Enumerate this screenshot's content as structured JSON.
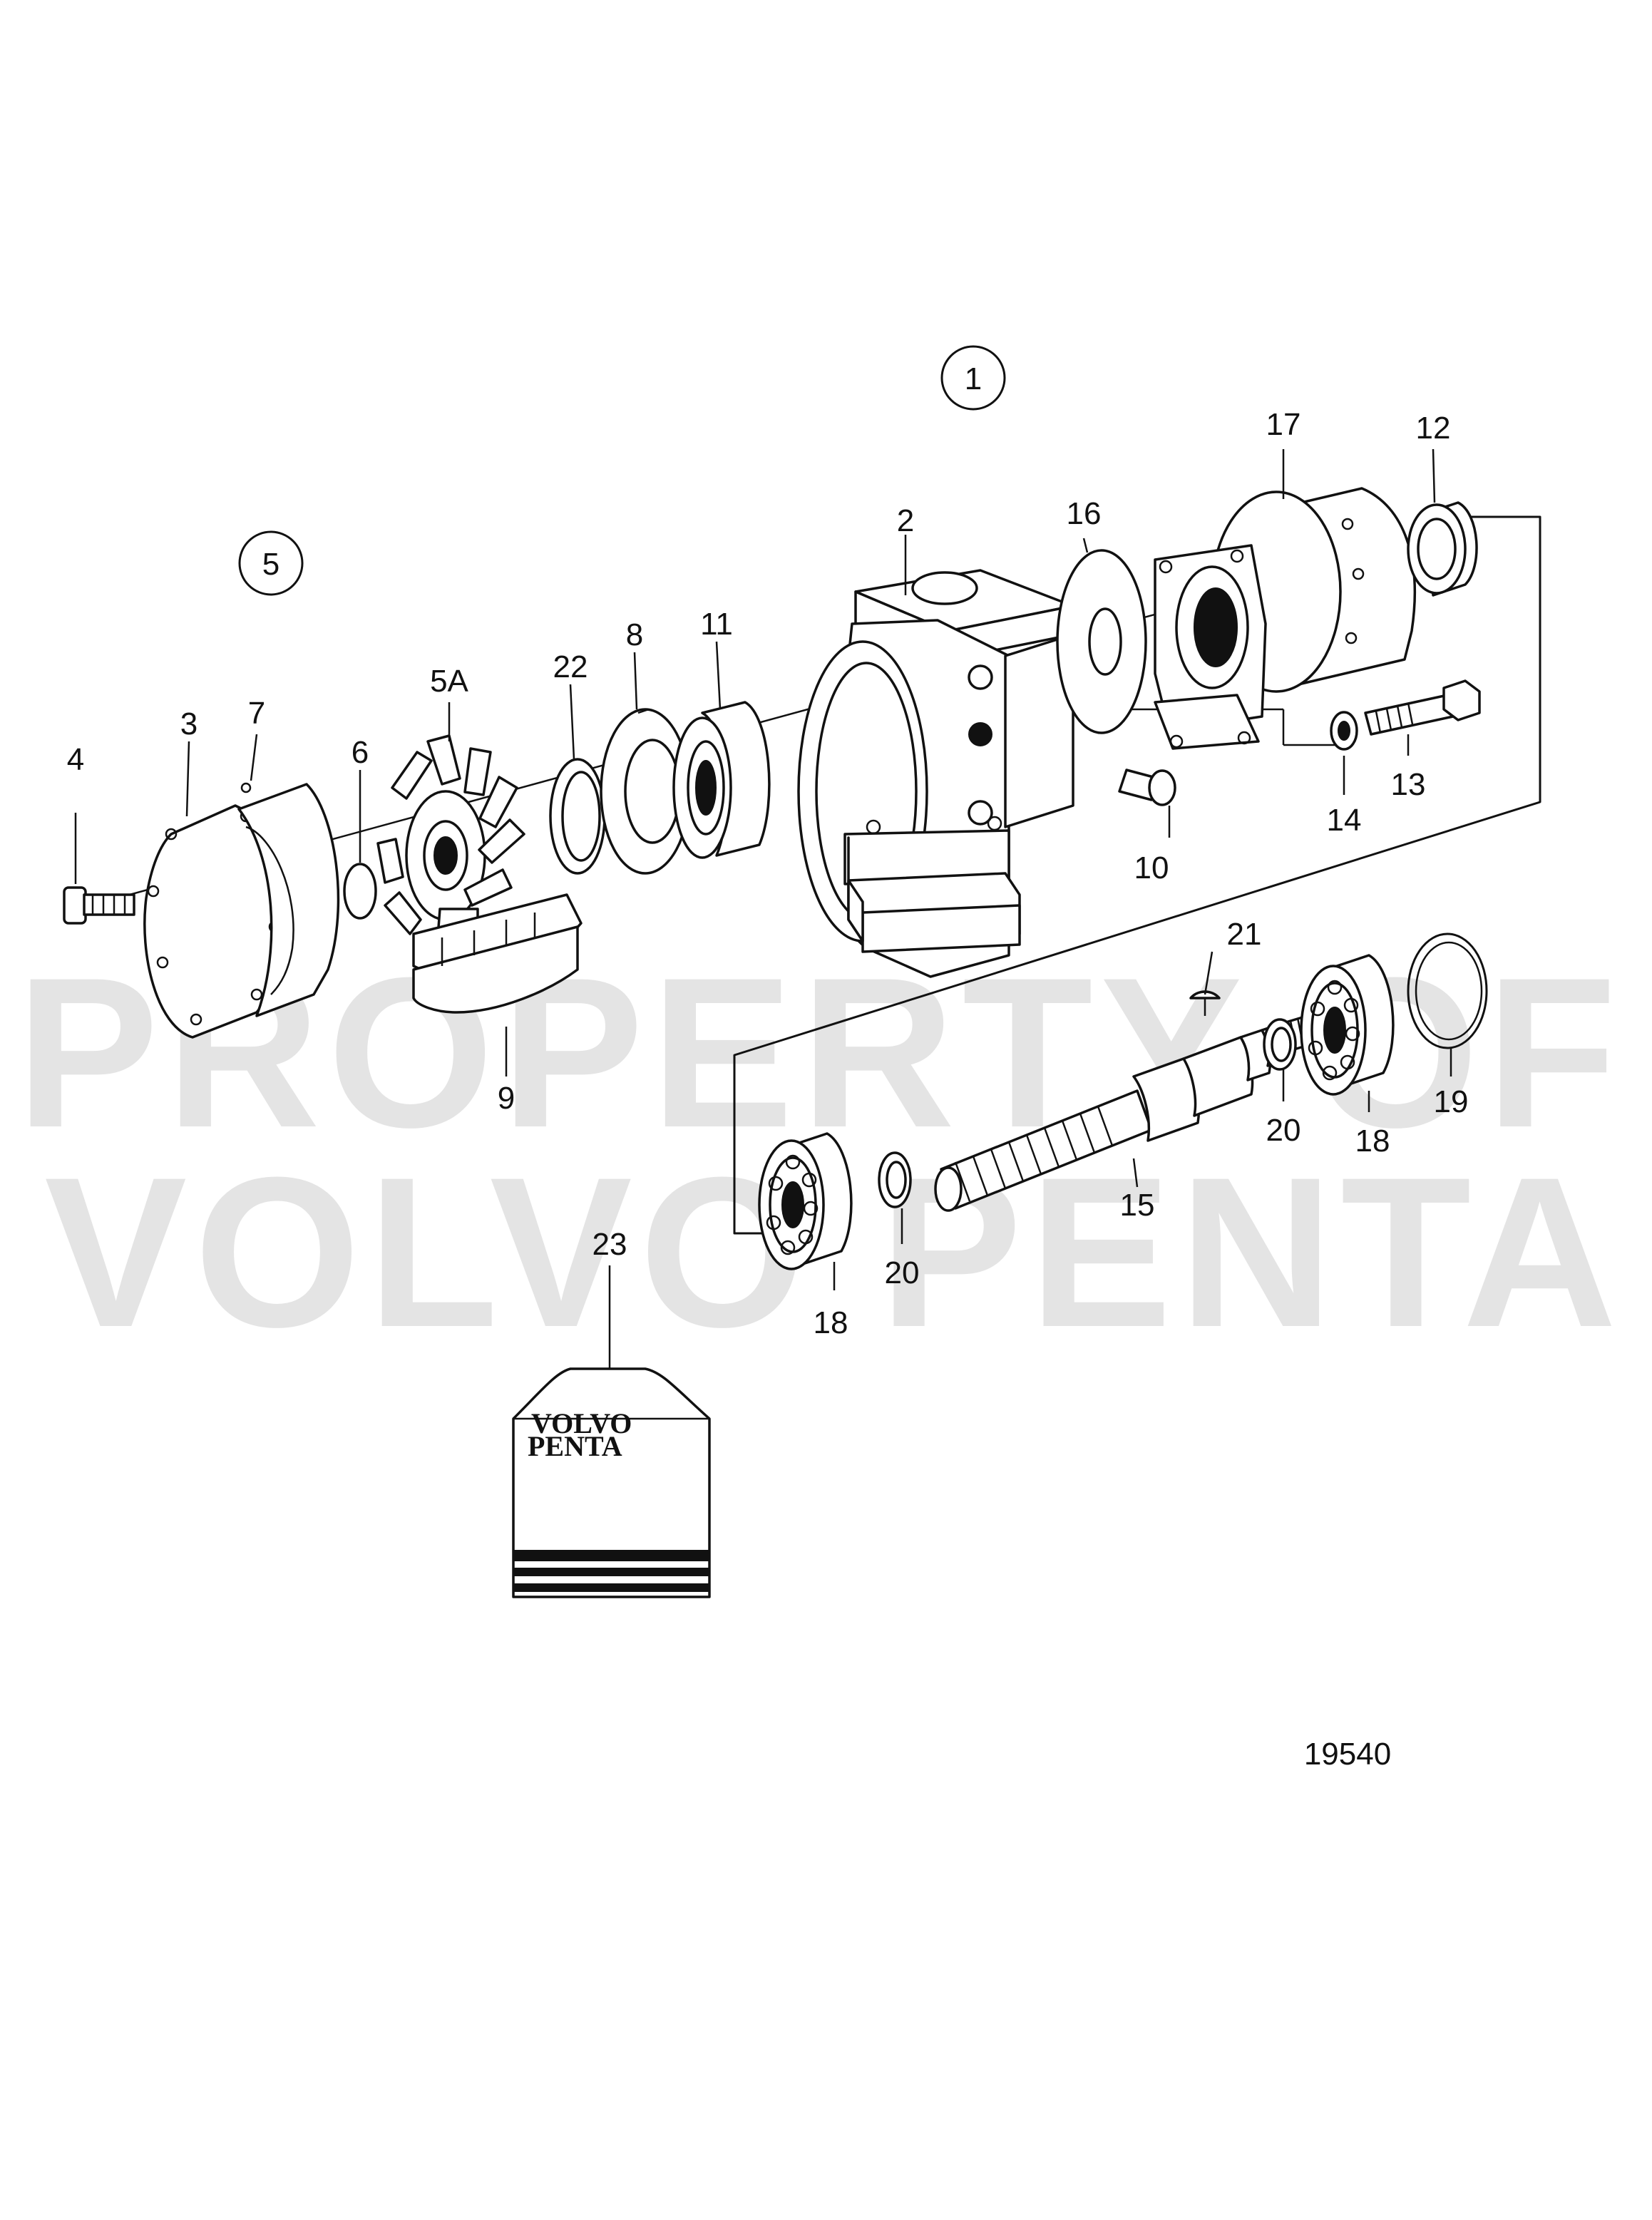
{
  "watermark": {
    "line1": "PROPERTY OF",
    "line2": "VOLVO PENTA"
  },
  "drawing_number": "19540",
  "manual_brand": {
    "line1": "VOLVO",
    "line2": "PENTA"
  },
  "assembly_callouts": [
    {
      "id": "c1",
      "label": "1"
    },
    {
      "id": "c5",
      "label": "5"
    }
  ],
  "part_labels": {
    "p2": "2",
    "p3": "3",
    "p4": "4",
    "p5a": "5A",
    "p6": "6",
    "p7": "7",
    "p8": "8",
    "p9": "9",
    "p10": "10",
    "p11": "11",
    "p12": "12",
    "p13": "13",
    "p14": "14",
    "p15": "15",
    "p16": "16",
    "p17": "17",
    "p18a": "18",
    "p18b": "18",
    "p19": "19",
    "p20a": "20",
    "p20b": "20",
    "p21": "21",
    "p22": "22",
    "p23": "23"
  }
}
